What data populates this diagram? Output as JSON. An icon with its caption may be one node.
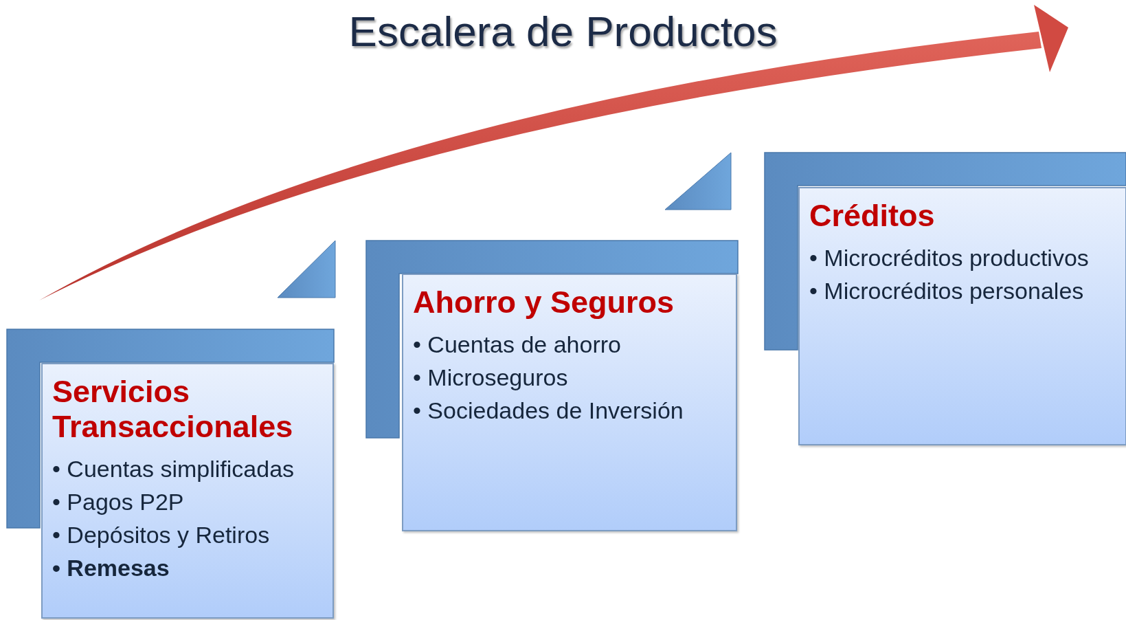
{
  "diagram": {
    "title": "Escalera de Productos",
    "nodes": [
      {
        "text": [
          "Servicios Transaccionales",
          "• Cuentas simplificadas",
          "• Pagos P2P",
          "• Depósitos y Retiros",
          "• Remesas"
        ]
      },
      {
        "text": [],
        "shape": "triangle"
      },
      {
        "text": [
          "Ahorro y Seguros",
          "• Cuentas de ahorro",
          "• Microseguros",
          "• Sociedades de Inversión"
        ]
      },
      {
        "text": [],
        "shape": "triangle"
      },
      {
        "text": [
          "Créditos",
          "• Microcréditos productivos",
          "• Microcréditos personales"
        ]
      }
    ]
  }
}
